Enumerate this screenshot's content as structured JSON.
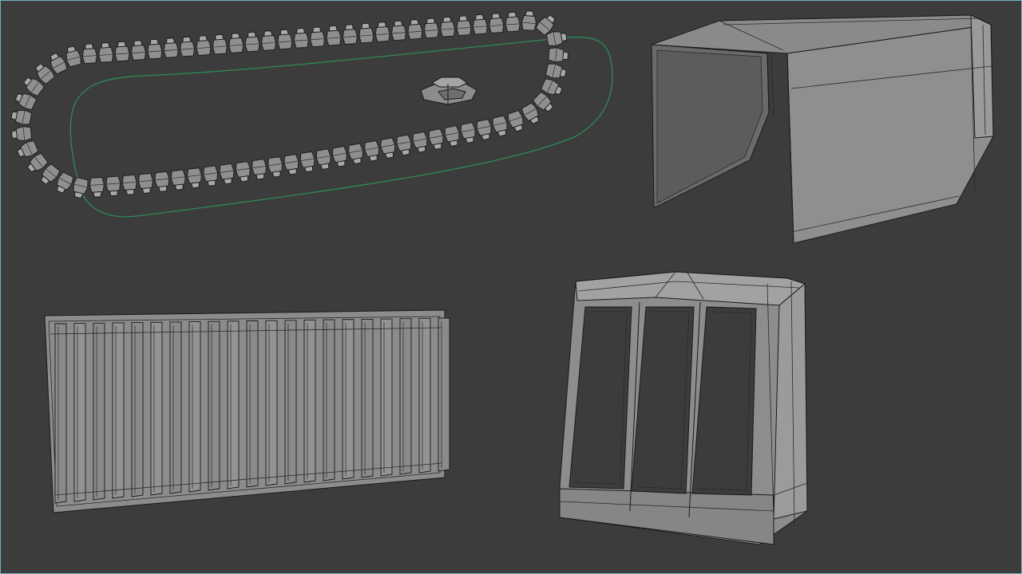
{
  "viewport": {
    "name": "3D viewport",
    "background": "#3c3c3c",
    "border_color": "#6fb0c0"
  },
  "objects": [
    {
      "id": "track-chain",
      "kind": "tank-track-mesh"
    },
    {
      "id": "track-link-single",
      "kind": "track-link-mesh"
    },
    {
      "id": "spline-path",
      "kind": "spline",
      "color": "#2e8a57"
    },
    {
      "id": "fender-cover",
      "kind": "box-mesh"
    },
    {
      "id": "louvered-panel",
      "kind": "grille-mesh"
    },
    {
      "id": "window-frame-cabin",
      "kind": "frame-mesh"
    }
  ],
  "colors": {
    "mesh_fill": "#8e8e8e",
    "mesh_light": "#a3a3a3",
    "mesh_dark": "#707070",
    "wire": "#1a1a1a"
  }
}
